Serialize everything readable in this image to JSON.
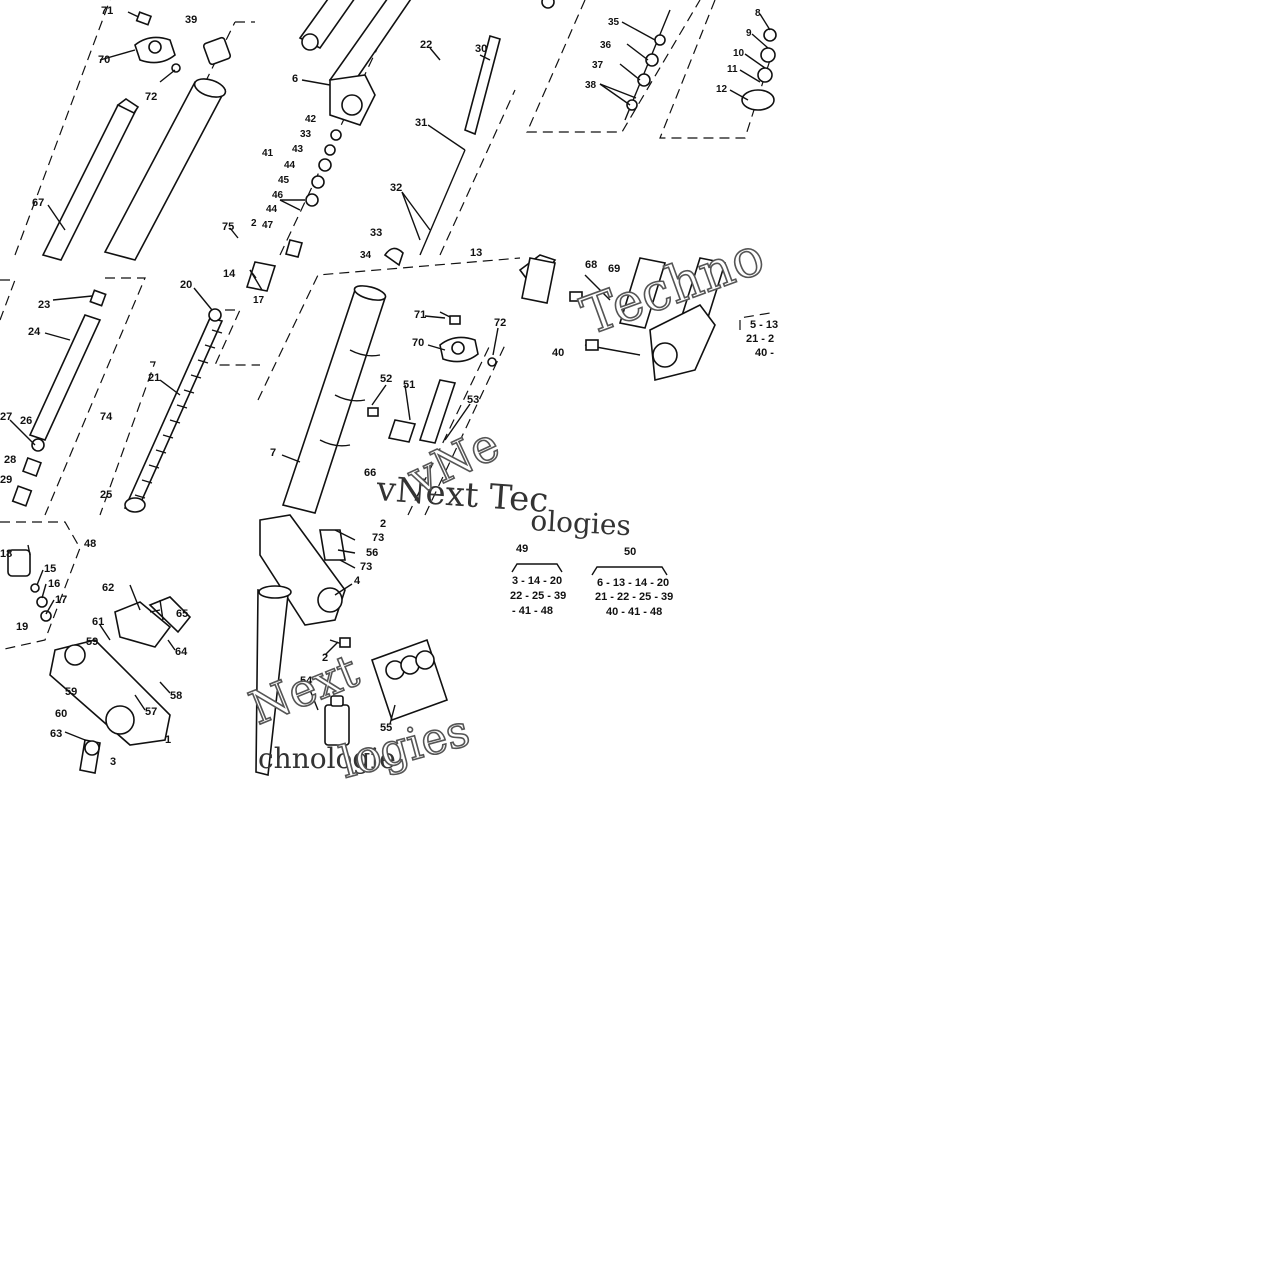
{
  "diagram": {
    "panel_1_labels": [
      "71",
      "39",
      "70",
      "72",
      "67",
      "75"
    ],
    "panel_2_labels": [
      "6",
      "22",
      "30",
      "42",
      "33",
      "43",
      "44",
      "45",
      "46",
      "44",
      "41",
      "2",
      "47",
      "31",
      "32",
      "33",
      "34",
      "13",
      "2"
    ],
    "panel_3_labels": [
      "35",
      "36",
      "37",
      "38",
      "8",
      "9",
      "10",
      "11",
      "12"
    ],
    "panel_4_labels": [
      "23",
      "24",
      "20",
      "21",
      "74",
      "26",
      "27",
      "28",
      "29",
      "25",
      "14",
      "17"
    ],
    "panel_5_labels": [
      "71",
      "72",
      "70",
      "52",
      "51",
      "53",
      "7",
      "66",
      "2"
    ],
    "panel_6_labels": [
      "68",
      "69",
      "40"
    ],
    "panel_6_kit_text": [
      "5 - 13",
      "21 - 2",
      "40 -"
    ],
    "panel_7_labels": [
      "48",
      "18",
      "15",
      "16",
      "17",
      "19",
      "62",
      "65",
      "61",
      "59",
      "64",
      "58",
      "57",
      "59",
      "60",
      "63",
      "1",
      "3"
    ],
    "panel_8_labels": [
      "73",
      "56",
      "73",
      "4",
      "2",
      "54",
      "55"
    ],
    "kit_49": {
      "number": "49",
      "lines": [
        "3 - 14 - 20",
        "22 - 25 - 39",
        "- 41 - 48"
      ]
    },
    "kit_50": {
      "number": "50",
      "lines": [
        "6 - 13 - 14 - 20",
        "21 - 22 - 25 - 39",
        "40 - 41 - 48"
      ]
    },
    "watermarks": [
      "Techno",
      "vNext Tec",
      "vNe",
      "ologies",
      "Next",
      "chnologie",
      "logies"
    ]
  }
}
